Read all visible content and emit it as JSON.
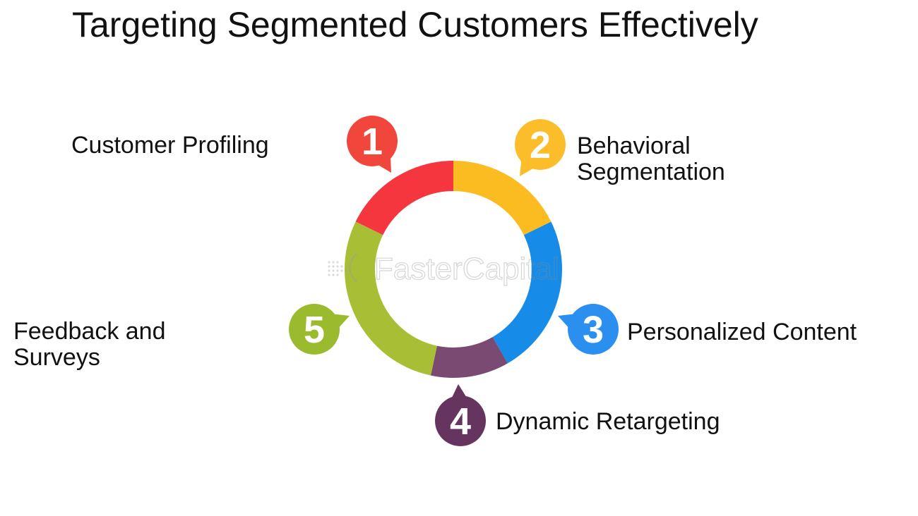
{
  "title": "Targeting Segmented Customers Effectively",
  "watermark": "FasterCapital",
  "steps": [
    {
      "number": "1",
      "label_lines": [
        "Customer Profiling"
      ],
      "color": "#f5363f",
      "badge_color": "#f0463c"
    },
    {
      "number": "2",
      "label_lines": [
        "Behavioral",
        "Segmentation"
      ],
      "color": "#fbbc22",
      "badge_color": "#fbbd2a"
    },
    {
      "number": "3",
      "label_lines": [
        "Personalized Content"
      ],
      "color": "#168ce8",
      "badge_color": "#2b8ff0"
    },
    {
      "number": "4",
      "label_lines": [
        "Dynamic Retargeting"
      ],
      "color": "#7a4a72",
      "badge_color": "#66355f"
    },
    {
      "number": "5",
      "label_lines": [
        "Feedback and",
        "Surveys"
      ],
      "color": "#a8be35",
      "badge_color": "#9bbb2f"
    }
  ]
}
